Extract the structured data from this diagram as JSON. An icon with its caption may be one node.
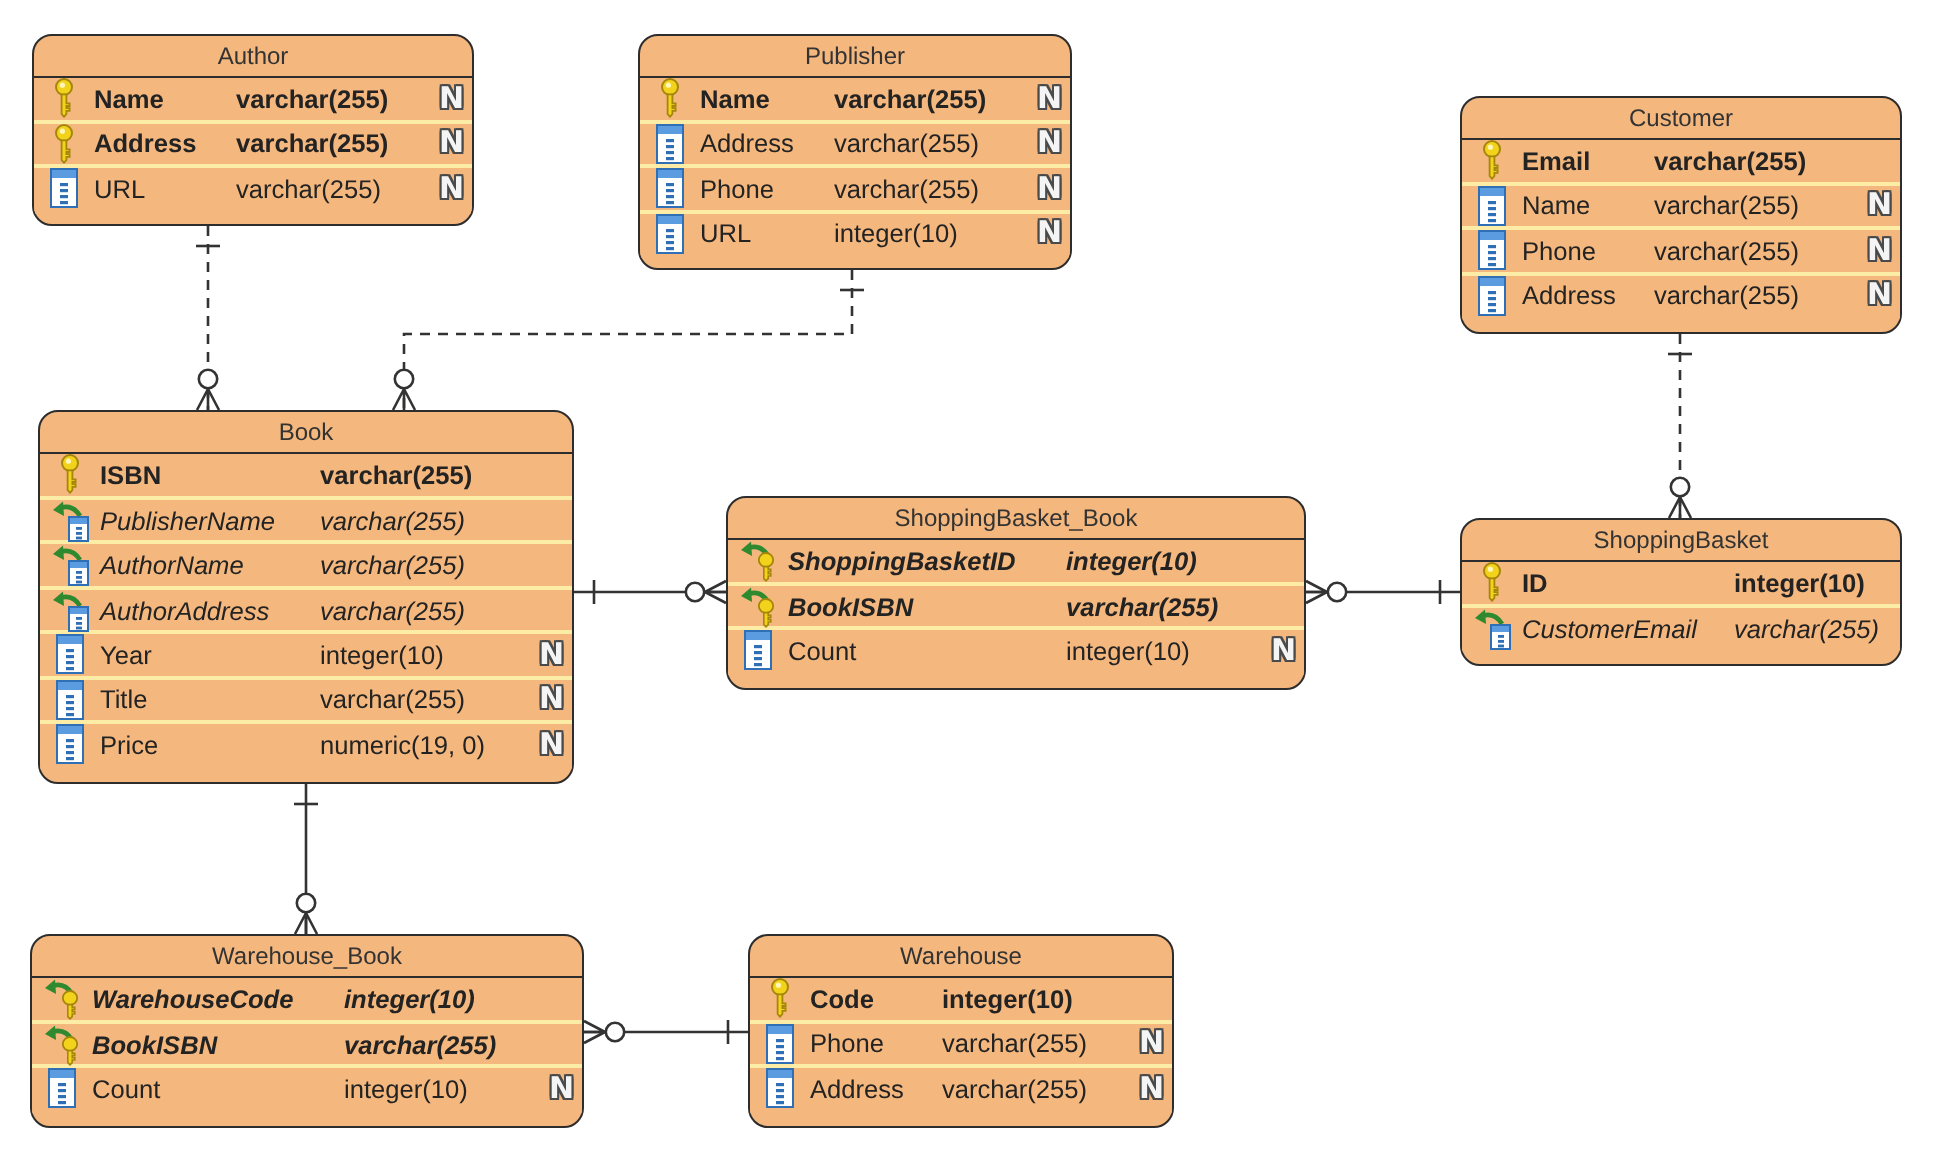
{
  "diagram": {
    "nodes": [
      {
        "text": [
          "Author"
        ]
      },
      {
        "text": [
          "Name",
          "varchar(255)",
          "N"
        ],
        "in": 0
      },
      {
        "text": [
          "Address",
          "varchar(255)",
          "N"
        ],
        "in": 0
      },
      {
        "text": [
          "URL",
          "varchar(255)",
          "N"
        ],
        "in": 0
      },
      {
        "text": [
          "Publisher"
        ]
      },
      {
        "text": [
          "Name",
          "varchar(255)",
          "N"
        ],
        "in": 4
      },
      {
        "text": [
          "Address",
          "varchar(255)",
          "N"
        ],
        "in": 4
      },
      {
        "text": [
          "Phone",
          "varchar(255)",
          "N"
        ],
        "in": 4
      },
      {
        "text": [
          "URL",
          "integer(10)",
          "N"
        ],
        "in": 4
      },
      {
        "text": [
          "Customer"
        ]
      },
      {
        "text": [
          "Email",
          "varchar(255)"
        ],
        "in": 9
      },
      {
        "text": [
          "Name",
          "varchar(255)",
          "N"
        ],
        "in": 9
      },
      {
        "text": [
          "Phone",
          "varchar(255)",
          "N"
        ],
        "in": 9
      },
      {
        "text": [
          "Address",
          "varchar(255)",
          "N"
        ],
        "in": 9
      },
      {
        "text": [
          "Book"
        ]
      },
      {
        "text": [
          "ISBN",
          "varchar(255)"
        ],
        "in": 14
      },
      {
        "text": [
          "PublisherName",
          "varchar(255)"
        ],
        "in": 14
      },
      {
        "text": [
          "AuthorName",
          "varchar(255)"
        ],
        "in": 14
      },
      {
        "text": [
          "AuthorAddress",
          "varchar(255)"
        ],
        "in": 14
      },
      {
        "text": [
          "Year",
          "integer(10)",
          "N"
        ],
        "in": 14
      },
      {
        "text": [
          "Title",
          "varchar(255)",
          "N"
        ],
        "in": 14
      },
      {
        "text": [
          "Price",
          "numeric(19, 0)",
          "N"
        ],
        "in": 14
      },
      {
        "text": [
          "ShoppingBasket_Book"
        ]
      },
      {
        "text": [
          "ShoppingBasketID",
          "integer(10)"
        ],
        "in": 22
      },
      {
        "text": [
          "BookISBN",
          "varchar(255)"
        ],
        "in": 22
      },
      {
        "text": [
          "Count",
          "integer(10)",
          "N"
        ],
        "in": 22
      },
      {
        "text": [
          "ShoppingBasket"
        ]
      },
      {
        "text": [
          "ID",
          "integer(10)"
        ],
        "in": 26
      },
      {
        "text": [
          "CustomerEmail",
          "varchar(255)"
        ],
        "in": 26
      },
      {
        "text": [
          "Warehouse_Book"
        ]
      },
      {
        "text": [
          "WarehouseCode",
          "integer(10)"
        ],
        "in": 29
      },
      {
        "text": [
          "BookISBN",
          "varchar(255)"
        ],
        "in": 29
      },
      {
        "text": [
          "Count",
          "integer(10)",
          "N"
        ],
        "in": 29
      },
      {
        "text": [
          "Warehouse"
        ]
      },
      {
        "text": [
          "Code",
          "integer(10)"
        ],
        "in": 33
      },
      {
        "text": [
          "Phone",
          "varchar(255)",
          "N"
        ],
        "in": 33
      },
      {
        "text": [
          "Address",
          "varchar(255)",
          "N"
        ],
        "in": 33
      }
    ],
    "edges": [
      {
        "from": 0,
        "to": 14,
        "arrow": "other",
        "style": "dashed"
      },
      {
        "from": 4,
        "to": 14,
        "arrow": "other",
        "style": "dashed"
      },
      {
        "from": 9,
        "to": 26,
        "arrow": "other",
        "style": "dashed"
      },
      {
        "from": 14,
        "to": 22,
        "arrow": "other"
      },
      {
        "from": 26,
        "to": 22,
        "arrow": "other"
      },
      {
        "from": 14,
        "to": 29,
        "arrow": "other"
      },
      {
        "from": 33,
        "to": 29,
        "arrow": "other"
      }
    ]
  }
}
